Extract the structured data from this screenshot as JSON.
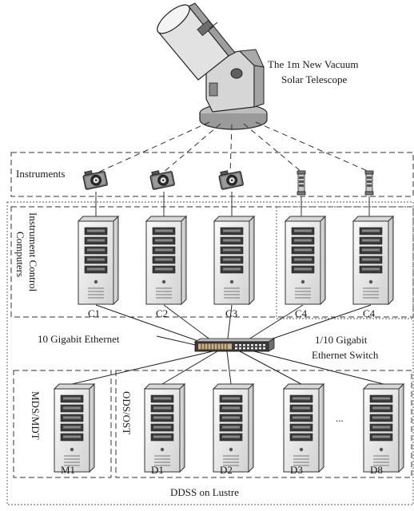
{
  "telescope": {
    "label_line1": "The 1m New Vacuum",
    "label_line2": "Solar Telescope"
  },
  "instruments": {
    "label": "Instruments"
  },
  "control_computers": {
    "label_line1": "Instrument Control",
    "label_line2": "Computers",
    "nodes": [
      "C1",
      "C2",
      "C3",
      "C4",
      "C4"
    ]
  },
  "network": {
    "ethernet_label": "10 Gigabit Ethernet",
    "switch_label_line1": "1/10 Gigabit",
    "switch_label_line2": "Ethernet Switch"
  },
  "storage": {
    "mds_label": "MDS/MDT",
    "mds_node": "M1",
    "ods_label": "ODS/OST",
    "data_nodes": [
      "D1",
      "D2",
      "D3",
      "D8"
    ],
    "ellipsis": "...",
    "cluster_label": "DDSS on Lustre"
  }
}
